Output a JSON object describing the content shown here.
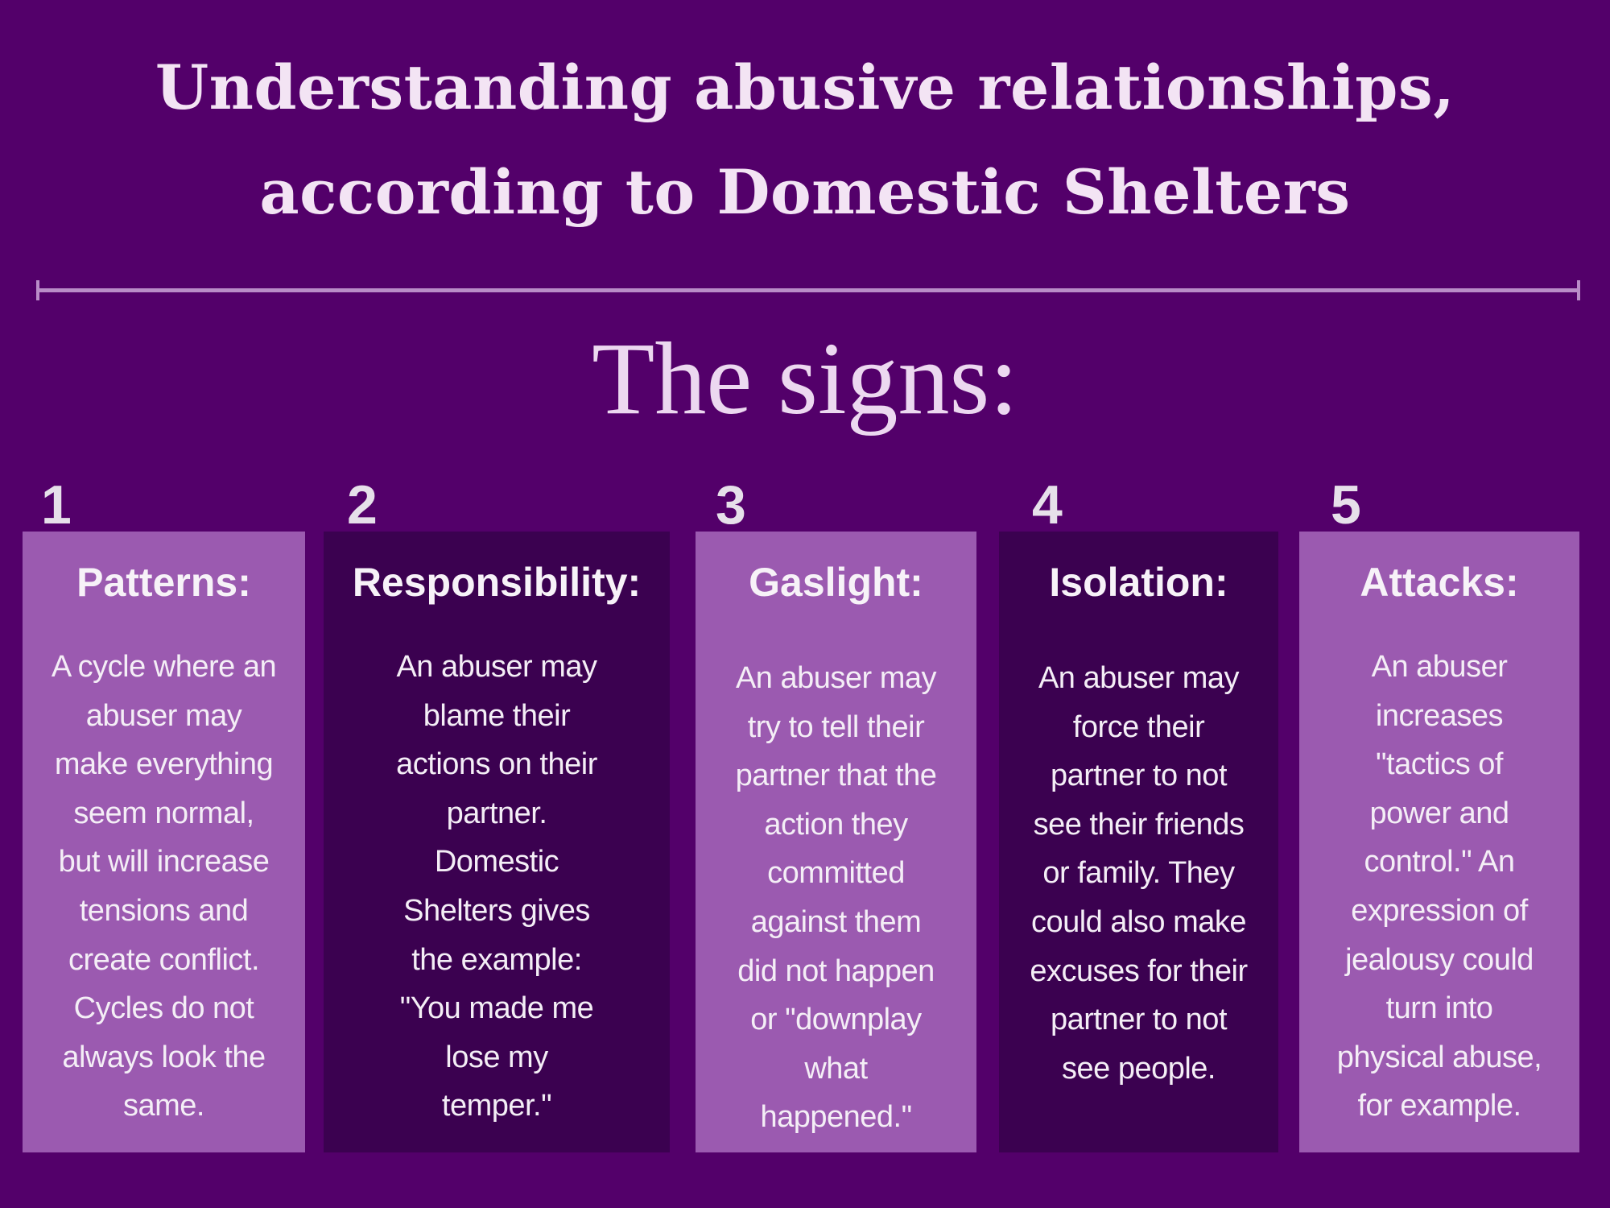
{
  "title": "Understanding abusive relationships,\naccording to Domestic Shelters",
  "subtitle": "The signs:",
  "colors": {
    "background": "#53006a",
    "light_card": "#9b5ab0",
    "dark_card": "#3b0150",
    "text": "#f3e4f4"
  },
  "signs": [
    {
      "number": "1",
      "heading": "Patterns:",
      "body": "A cycle where an\nabuser may\nmake everything\nseem normal,\nbut will increase\ntensions and\ncreate conflict.\nCycles do not\nalways look the\nsame."
    },
    {
      "number": "2",
      "heading": "Responsibility:",
      "body": "An abuser may\nblame their\nactions on their\npartner.\nDomestic\nShelters gives\nthe example:\n\"You made me\nlose my\ntemper.\""
    },
    {
      "number": "3",
      "heading": "Gaslight:",
      "body": "An abuser may\ntry to tell their\npartner that the\naction they\ncommitted\nagainst them\ndid not happen\nor \"downplay\nwhat\nhappened.\""
    },
    {
      "number": "4",
      "heading": "Isolation:",
      "body": "An abuser may\nforce their\npartner to not\nsee their friends\nor family. They\ncould also  make\nexcuses for their\npartner to not\nsee people."
    },
    {
      "number": "5",
      "heading": "Attacks:",
      "body": "An abuser\nincreases\n\"tactics of\npower and\ncontrol.\" An\nexpression of\njealousy could\nturn into\nphysical abuse,\nfor example."
    }
  ]
}
